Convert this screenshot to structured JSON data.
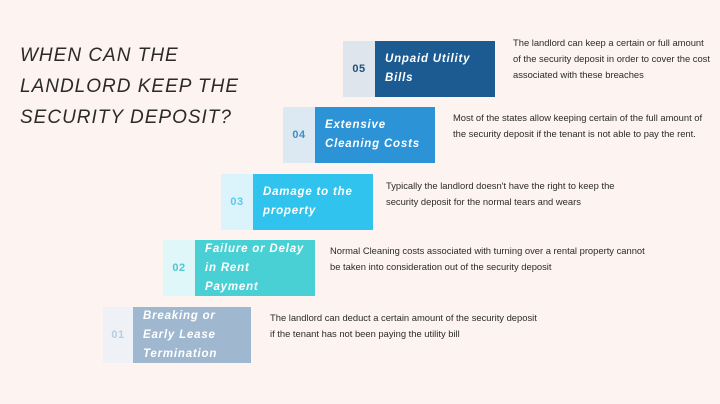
{
  "title": "WHEN CAN THE LANDLORD KEEP THE SECURITY DEPOSIT?",
  "steps": [
    {
      "num": "01",
      "label": "Breaking or Early Lease Termination",
      "desc": "The landlord can deduct a certain amount of the security deposit if the tenant has not been paying the utility bill",
      "color": "#9fb8cf",
      "num_bg": "#eef2f6",
      "num_color": "#b8cde0"
    },
    {
      "num": "02",
      "label": "Failure or Delay in Rent Payment",
      "desc": "Normal Cleaning costs associated with turning over a rental property cannot be taken into consideration out of the security deposit",
      "color": "#49d0d4",
      "num_bg": "#dff7f8",
      "num_color": "#52c6cc"
    },
    {
      "num": "03",
      "label": "Damage to the property",
      "desc": "Typically the landlord doesn't have the right to keep the security deposit for the normal tears and wears",
      "color": "#2fc3ee",
      "num_bg": "#dbf3fb",
      "num_color": "#5cc8ea"
    },
    {
      "num": "04",
      "label": "Extensive Cleaning Costs",
      "desc": "Most of the states allow keeping certain of the full amount of the security deposit if the tenant is not able to pay the rent.",
      "color": "#2b93d6",
      "num_bg": "#dde9f2",
      "num_color": "#3d8fc8"
    },
    {
      "num": "05",
      "label": "Unpaid Utility Bills",
      "desc": "The landlord can keep a certain or full amount of the security deposit in order to cover the cost associated with these breaches",
      "color": "#1c5a92",
      "num_bg": "#dfe5ec",
      "num_color": "#234f7e"
    }
  ]
}
